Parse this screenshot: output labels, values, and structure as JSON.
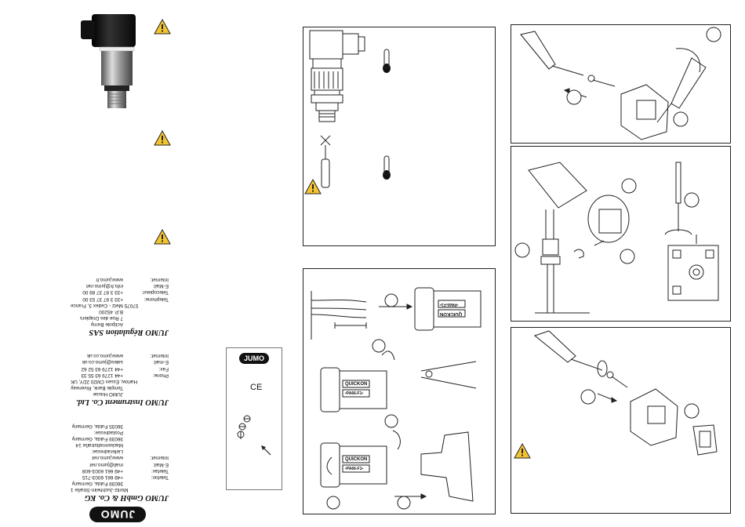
{
  "left_column": {
    "address_blocks": [
      {
        "company": "JUMO Régulation SAS",
        "lines": [
          {
            "k": "Internet:",
            "v": "www.jumo.fr"
          },
          {
            "k": "E-Mail:",
            "v": "info.fr@jumo.net"
          },
          {
            "k": "Telecopieur:",
            "v": "+33 3 87 37 89 00"
          },
          {
            "k": "Telephone:",
            "v": "+33 3 87 37 53 00"
          },
          {
            "k": "",
            "v": "57075 Metz - Cedex 3, France"
          },
          {
            "k": "",
            "v": "B.P. 45200"
          },
          {
            "k": "",
            "v": "7 Rue des Drapiers"
          },
          {
            "k": "",
            "v": "Actipole Borny"
          }
        ]
      },
      {
        "company": "JUMO Instrument Co. Ltd.",
        "lines": [
          {
            "k": "Internet:",
            "v": "www.jumo.co.uk"
          },
          {
            "k": "E-mail:",
            "v": "sales@jumo.co.uk"
          },
          {
            "k": "Fax:",
            "v": "+44 1279 63 52 62"
          },
          {
            "k": "Phone:",
            "v": "+44 1279 63 55 33"
          },
          {
            "k": "",
            "v": "Harlow, Essex CM20 2DY, UK"
          },
          {
            "k": "",
            "v": "Temple Bank, Riverway"
          },
          {
            "k": "",
            "v": "JUMO House"
          }
        ]
      },
      {
        "company": "JUMO GmbH & Co. KG",
        "lines": [
          {
            "k": "",
            "v": "36035 Fulda, Germany"
          },
          {
            "k": "",
            "v": "Postadresse:"
          },
          {
            "k": "",
            "v": "36039 Fulda, Germany"
          },
          {
            "k": "",
            "v": "Mackenrodtstraße 14"
          },
          {
            "k": "",
            "v": "Lieferadresse:"
          },
          {
            "k": "Internet:",
            "v": "www.jumo.net"
          },
          {
            "k": "E-Mail:",
            "v": "mail@jumo.net"
          },
          {
            "k": "Telefax:",
            "v": "+49 661 6003-608"
          },
          {
            "k": "Telefon:",
            "v": "+49 661 6003-715"
          },
          {
            "k": "",
            "v": "36039 Fulda, Germany"
          },
          {
            "k": "",
            "v": "Moritz-Juchheim-Straße 1"
          }
        ]
      }
    ],
    "logo_bottom": "JUMO",
    "label_logo": "JUMO",
    "ce_mark": "CE"
  },
  "connector_brand": "QUICKON",
  "connector_model": "•PA66-F1•",
  "colors": {
    "ink": "#111111",
    "border": "#222222",
    "warning": "#f4c430"
  }
}
